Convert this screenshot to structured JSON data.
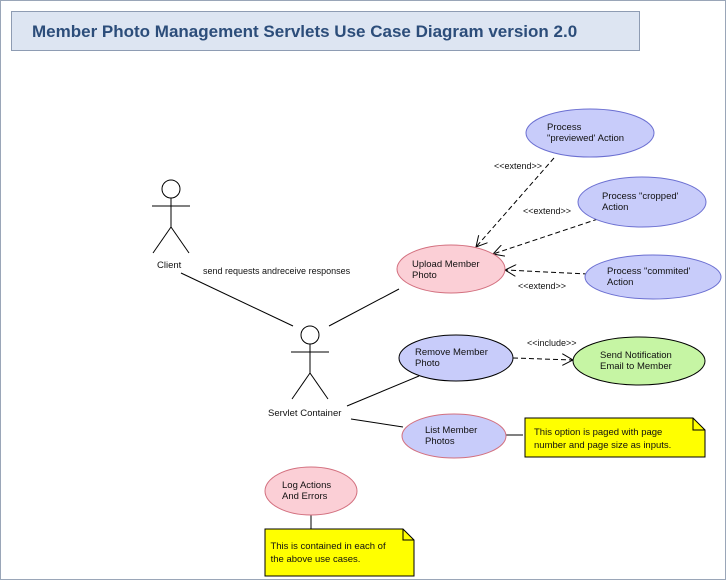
{
  "diagram": {
    "title": "Member Photo Management Servlets Use Case Diagram version 2.0"
  },
  "actors": {
    "client": "Client",
    "servlet_container": "Servlet Container"
  },
  "associations": {
    "client_container": "send requests andreceive responses"
  },
  "use_cases": {
    "process_previewed": "Process\n\"previewed' Action",
    "process_cropped": "Process \"cropped'\nAction",
    "process_committed": "Process \"commited'\nAction",
    "upload_member_photo": "Upload Member\nPhoto",
    "remove_member_photo": "Remove Member\nPhoto",
    "send_notification": "Send Notification\nEmail to Member",
    "list_member_photos": "List Member\nPhotos",
    "log_actions": "Log Actions\nAnd Errors"
  },
  "relations": {
    "extend_previewed": "<<extend>>",
    "extend_cropped": "<<extend>>",
    "extend_committed": "<<extend>>",
    "include_notification": "<<include>>"
  },
  "notes": {
    "list_paging": "This option is paged with page\nnumber and page size as inputs.",
    "log_contained": " This is contained in each of\n the above use cases."
  },
  "colors": {
    "blue_usecase": "#c8ccfa",
    "pink_usecase": "#fbcfd6",
    "green_usecase": "#c6f5a4",
    "note_yellow": "#ffff00",
    "title_bg": "#dde5f2",
    "title_text": "#2c4d7a"
  }
}
